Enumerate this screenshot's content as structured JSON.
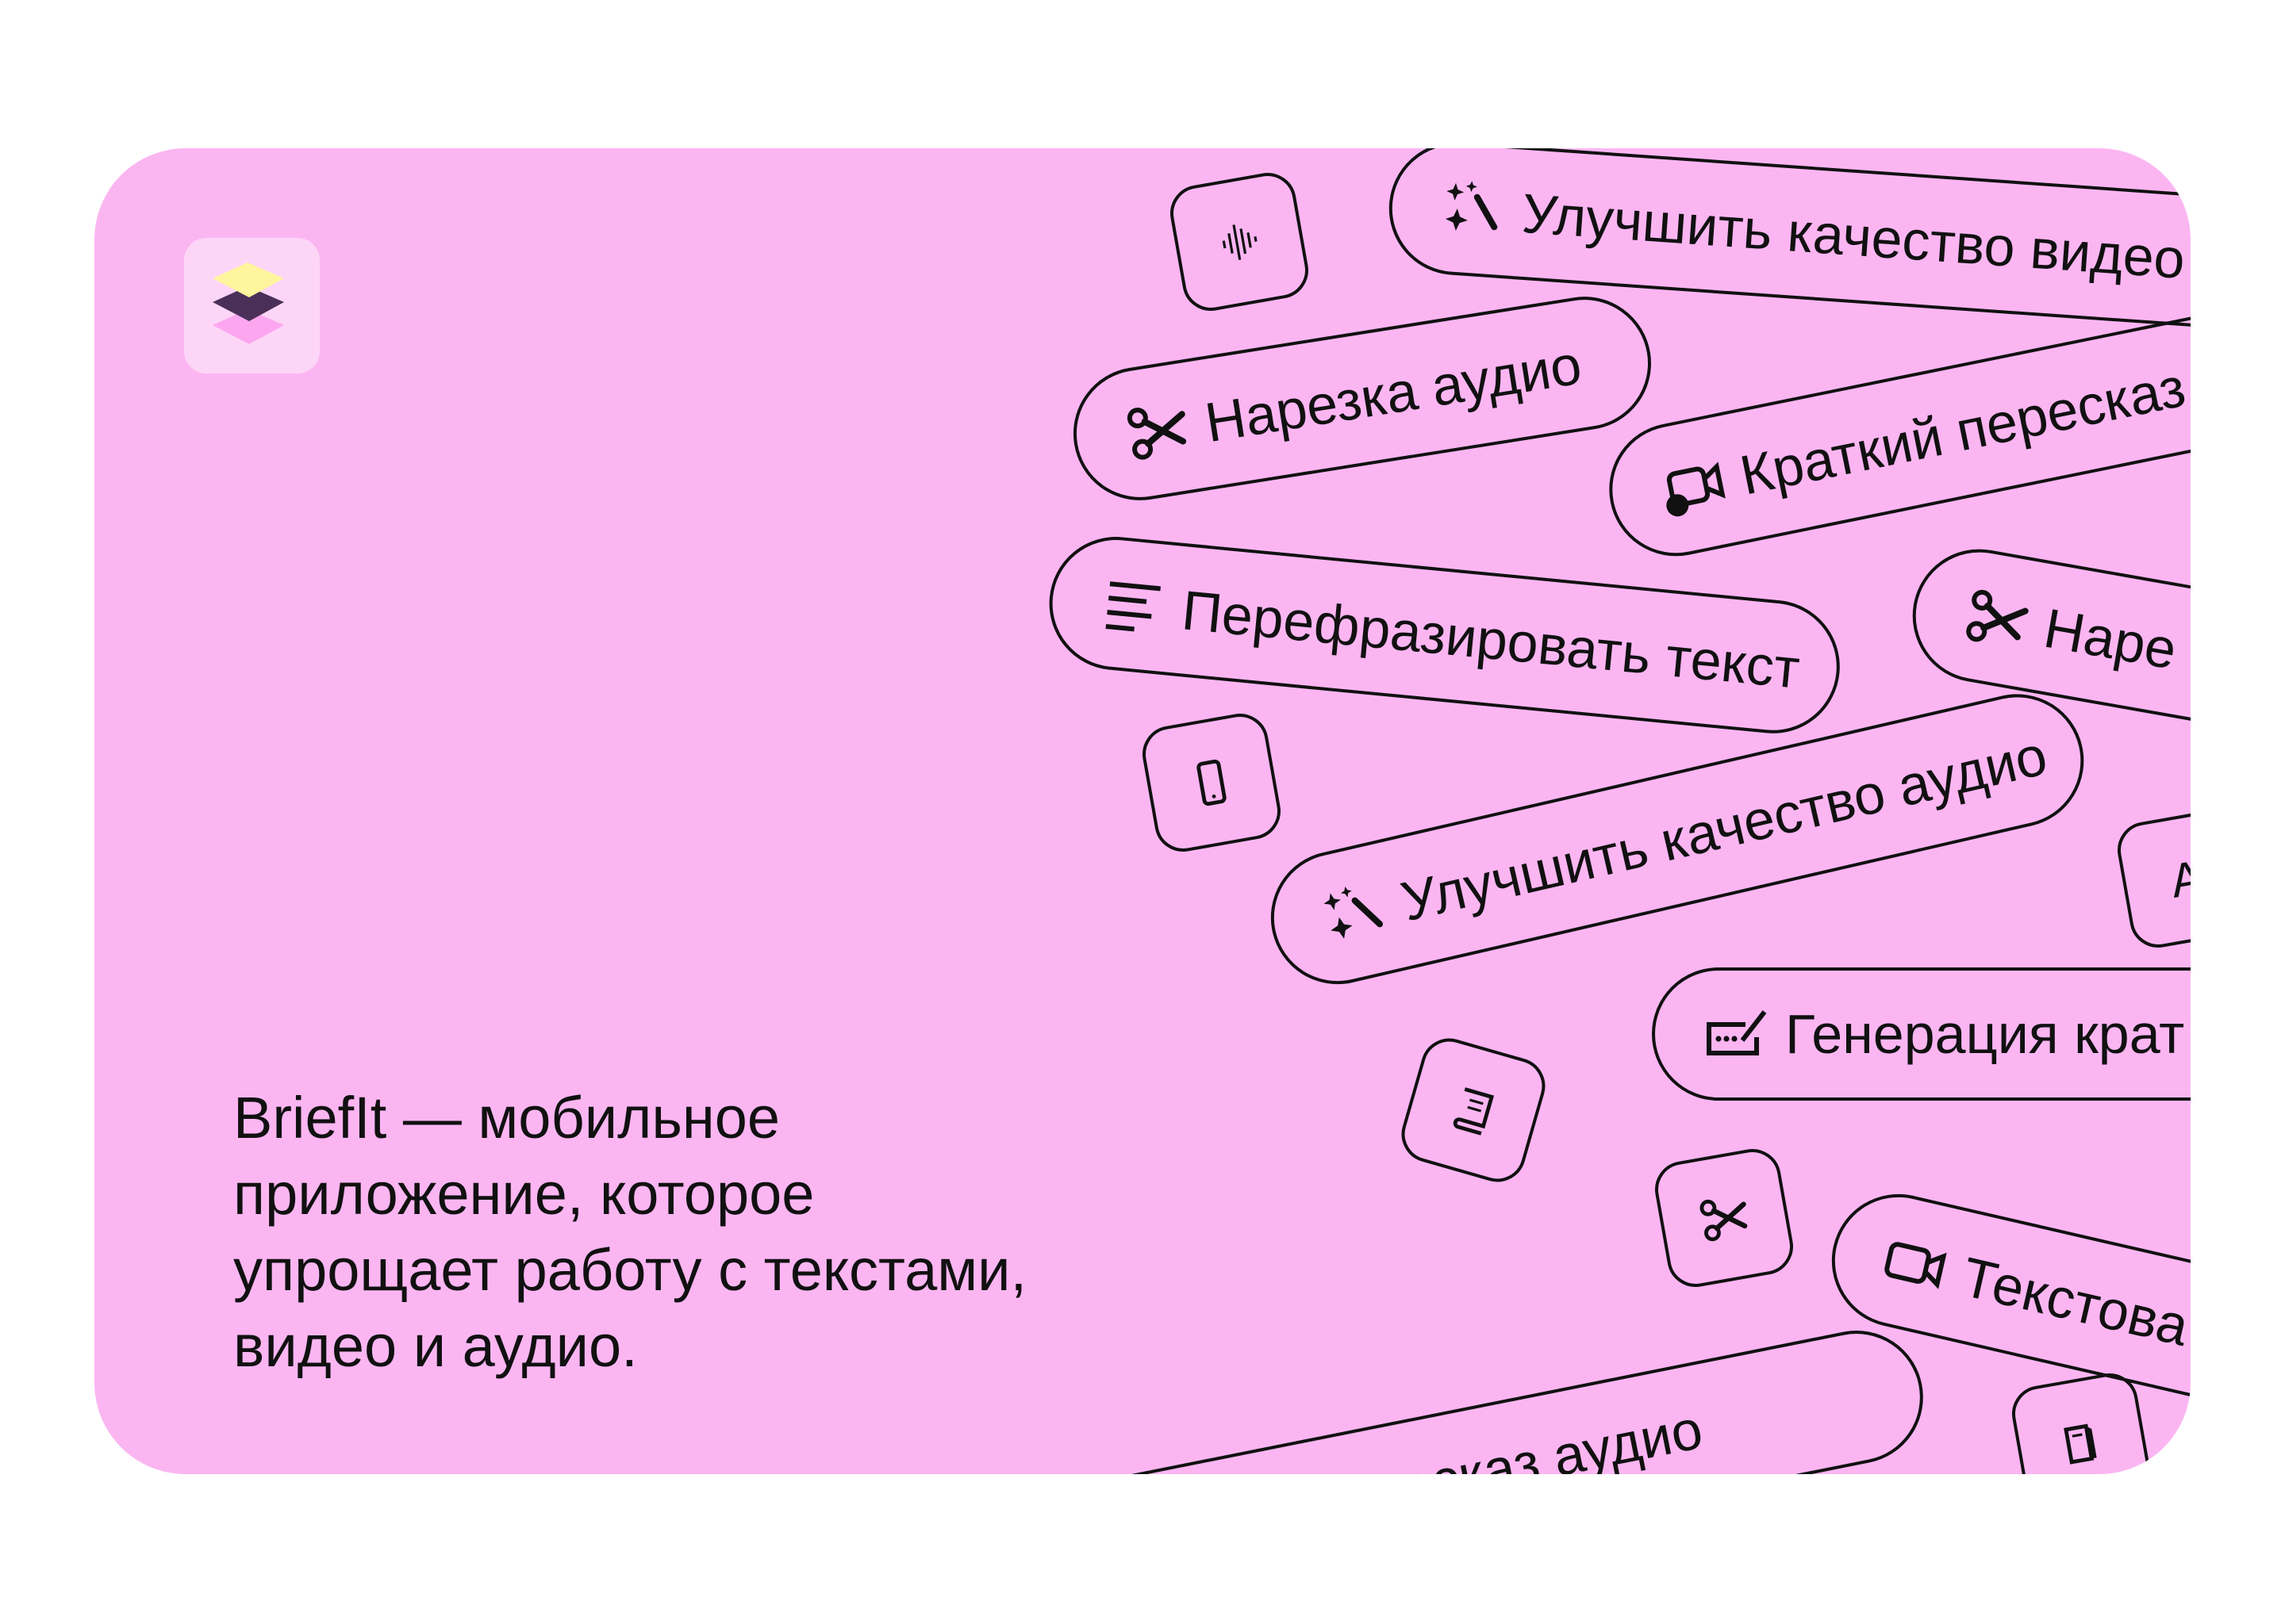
{
  "colors": {
    "background": "#fbb6f2",
    "logo_bg": "#fdd6f7",
    "logo_top": "#fff59e",
    "logo_mid": "#4a3059",
    "logo_bottom": "#fda6f0",
    "stroke": "#111111"
  },
  "logo": {
    "icon": "stacked-layers-logo"
  },
  "description": [
    "BriefIt — мобильное",
    "приложение, которое",
    "упрощает работу с текстами,",
    "видео и аудио."
  ],
  "features": [
    {
      "label": "Улучшить качество видео",
      "icon": "magic-wand-icon"
    },
    {
      "label": "Нарезка аудио",
      "icon": "scissors-icon"
    },
    {
      "label": "Краткий пересказ",
      "icon": "video-chat-icon"
    },
    {
      "label": "Перефразировать текст",
      "icon": "text-lines-icon"
    },
    {
      "label": "Наре",
      "icon": "scissors-icon"
    },
    {
      "label": "Улучшить качество аудио",
      "icon": "magic-wand-icon"
    },
    {
      "label": "Генерация крат",
      "icon": "keyboard-pen-icon"
    },
    {
      "label": "Текстова",
      "icon": "video-camera-icon"
    },
    {
      "label": "Краткий пересказ аудио",
      "icon": ""
    }
  ],
  "tiles": [
    {
      "icon": "waveform-icon"
    },
    {
      "icon": "phone-icon"
    },
    {
      "icon": "book-icon"
    },
    {
      "icon": "scissors-icon"
    },
    {
      "icon": "letter-icon",
      "label": "A"
    },
    {
      "icon": "document-icon"
    }
  ]
}
